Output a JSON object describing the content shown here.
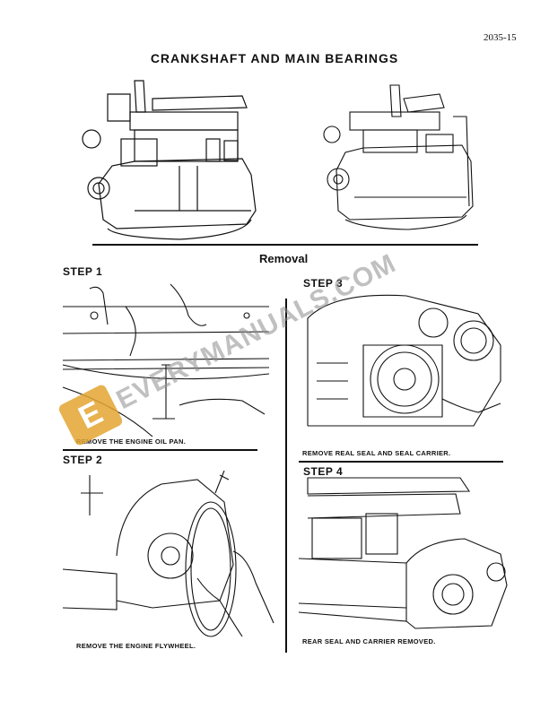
{
  "page_number": "2035-15",
  "title": "CRANKSHAFT AND MAIN BEARINGS",
  "section_heading": "Removal",
  "steps": [
    {
      "label": "STEP 1",
      "caption": "REMOVE THE ENGINE OIL PAN."
    },
    {
      "label": "STEP 2",
      "caption": "REMOVE THE ENGINE FLYWHEEL."
    },
    {
      "label": "STEP 3",
      "caption": "REMOVE REAL SEAL AND SEAL CARRIER."
    },
    {
      "label": "STEP 4",
      "caption": "REAR SEAL AND CARRIER REMOVED."
    }
  ],
  "watermark": {
    "text": "EVERYMANUALS.COM",
    "logo_letter": "E",
    "logo_color": "#e3a531"
  },
  "illustrations": [
    "engine-left-view-illustration",
    "engine-right-view-illustration",
    "oil-pan-removal-illustration",
    "flywheel-removal-illustration",
    "seal-carrier-removal-illustration",
    "rear-seal-removed-illustration"
  ]
}
